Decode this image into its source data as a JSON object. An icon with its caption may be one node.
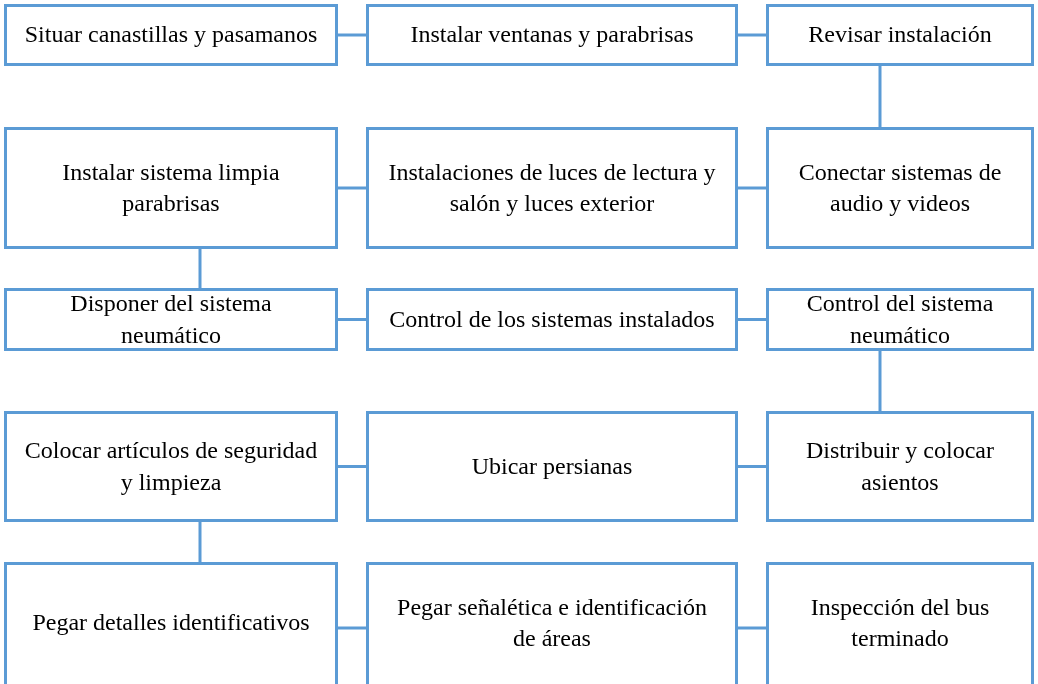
{
  "diagram": {
    "nodes": [
      {
        "text": [
          "Situar canastillas y pasamanos"
        ]
      },
      {
        "text": [
          "Instalar ventanas y parabrisas"
        ]
      },
      {
        "text": [
          "Revisar instalación"
        ]
      },
      {
        "text": [
          "Instalar sistema limpia parabrisas"
        ]
      },
      {
        "text": [
          "Instalaciones de luces de lectura y salón y luces exterior"
        ]
      },
      {
        "text": [
          "Conectar sistemas de audio y videos"
        ]
      },
      {
        "text": [
          "Disponer del sistema neumático"
        ]
      },
      {
        "text": [
          "Control de los sistemas instalados"
        ]
      },
      {
        "text": [
          "Control del sistema neumático"
        ]
      },
      {
        "text": [
          "Colocar artículos de seguridad y limpieza"
        ]
      },
      {
        "text": [
          "Ubicar persianas"
        ]
      },
      {
        "text": [
          "Distribuir y colocar asientos"
        ]
      },
      {
        "text": [
          "Pegar detalles identificativos"
        ]
      },
      {
        "text": [
          "Pegar señalética e identificación de áreas"
        ]
      },
      {
        "text": [
          "Inspección del bus terminado"
        ]
      }
    ],
    "edges": [
      {
        "from": 0,
        "to": 1,
        "arrow": "none"
      },
      {
        "from": 1,
        "to": 2,
        "arrow": "none"
      },
      {
        "from": 2,
        "to": 5,
        "arrow": "none"
      },
      {
        "from": 5,
        "to": 4,
        "arrow": "none"
      },
      {
        "from": 4,
        "to": 3,
        "arrow": "none"
      },
      {
        "from": 3,
        "to": 6,
        "arrow": "none"
      },
      {
        "from": 6,
        "to": 7,
        "arrow": "none"
      },
      {
        "from": 7,
        "to": 8,
        "arrow": "none"
      },
      {
        "from": 8,
        "to": 11,
        "arrow": "none"
      },
      {
        "from": 11,
        "to": 10,
        "arrow": "none"
      },
      {
        "from": 10,
        "to": 9,
        "arrow": "none"
      },
      {
        "from": 9,
        "to": 12,
        "arrow": "none"
      },
      {
        "from": 12,
        "to": 13,
        "arrow": "none"
      },
      {
        "from": 13,
        "to": 14,
        "arrow": "none"
      }
    ]
  }
}
